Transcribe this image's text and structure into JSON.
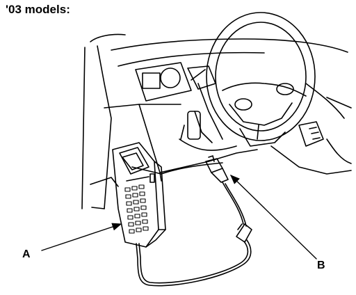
{
  "title": "'03 models:",
  "callouts": {
    "a": "A",
    "b": "B"
  },
  "colors": {
    "line": "#000000",
    "background": "#ffffff"
  }
}
